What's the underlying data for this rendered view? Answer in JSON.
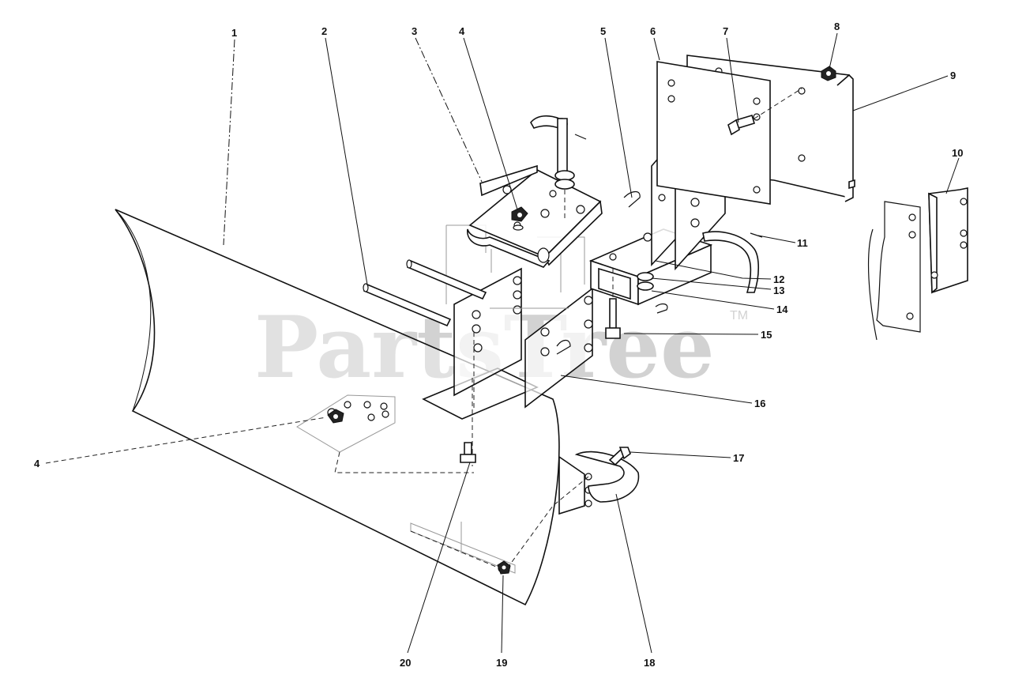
{
  "watermark": {
    "text": "PartsTree",
    "mark": "TM"
  },
  "callouts": [
    "1",
    "2",
    "3",
    "4",
    "5",
    "6",
    "7",
    "8",
    "9",
    "10",
    "11",
    "12",
    "13",
    "14",
    "15",
    "16",
    "17",
    "18",
    "19",
    "20",
    "4"
  ]
}
